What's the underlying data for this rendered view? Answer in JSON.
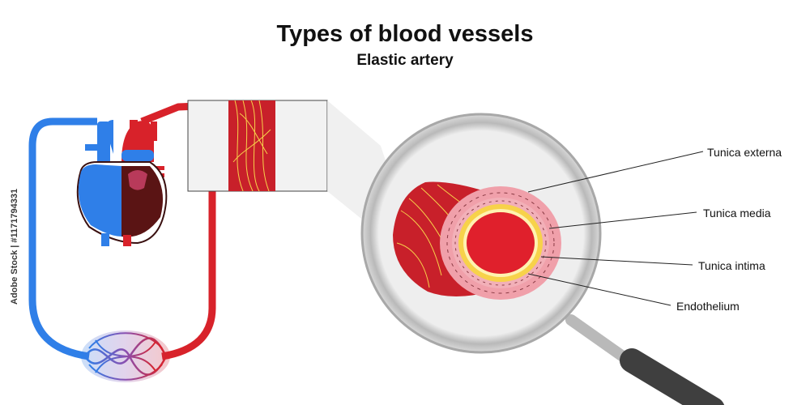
{
  "title": "Types of blood vessels",
  "subtitle": "Elastic artery",
  "labels": {
    "tunica_externa": "Tunica externa",
    "tunica_media": "Tunica media",
    "tunica_intima": "Tunica intima",
    "endothelium": "Endothelium"
  },
  "watermark": "Adobe Stock | #1171794331",
  "colors": {
    "artery_red": "#d8222a",
    "vein_blue": "#2f7fe8",
    "dark_blood": "#5a1414",
    "muscle_red": "#c8202a",
    "media_pink": "#f2b0b8",
    "intima_yellow": "#f7d24a",
    "lumen_red": "#e0202c",
    "magnifier_rim": "#b9b9b9",
    "handle_dark": "#3f3f3f"
  }
}
